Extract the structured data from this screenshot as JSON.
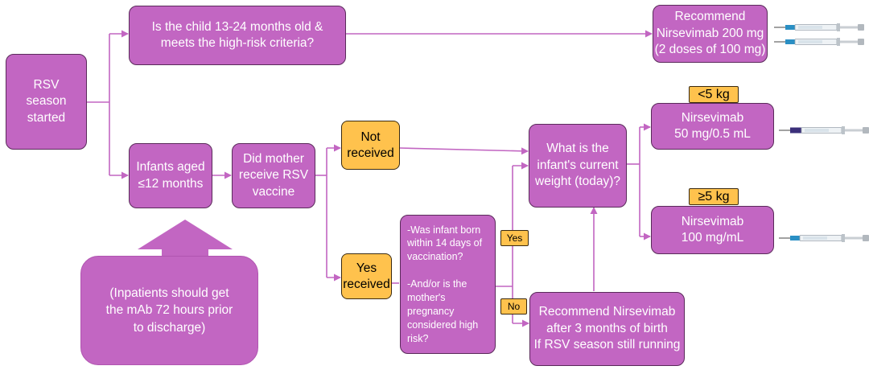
{
  "diagram": {
    "nodes": {
      "rsv_season": "RSV\nseason\nstarted",
      "child_13_24_question": "Is the child 13-24 months old &\nmeets the high-risk criteria?",
      "recommend_200": "Recommend\nNirsevimab 200 mg\n(2 doses of 100 mg)",
      "infants_le12": "Infants aged\n≤12 months",
      "mother_vaccine_question": "Did mother\nreceive RSV\nvaccine",
      "not_received": "Not\nreceived",
      "yes_received": "Yes\nreceived",
      "born_within_question": "-Was infant born\nwithin 14 days of\nvaccination?\n\n-And/or is the\nmother's\npregnancy\nconsidered high\nrisk?",
      "weight_question": "What is the\ninfant's current\nweight (today)?",
      "nirsevimab_50": "Nirsevimab\n50 mg/0.5 mL",
      "nirsevimab_100": "Nirsevimab\n100 mg/mL",
      "recommend_after_3m": "Recommend Nirsevimab\nafter 3 months of birth\nIf RSV season still running",
      "inpatient_note": "(Inpatients should get\nthe mAb 72 hours prior\nto discharge)"
    },
    "labels": {
      "yes": "Yes",
      "no": "No",
      "weight_lt5": "<5 kg",
      "weight_ge5": "≥5 kg"
    },
    "colors": {
      "box_fill": "#c266c2",
      "box_border": "#5a2a5a",
      "tag_fill": "#ffc24d",
      "connector": "#c266c2"
    },
    "icons": [
      "syringe-icon",
      "syringe-icon",
      "syringe-icon",
      "syringe-icon"
    ]
  }
}
